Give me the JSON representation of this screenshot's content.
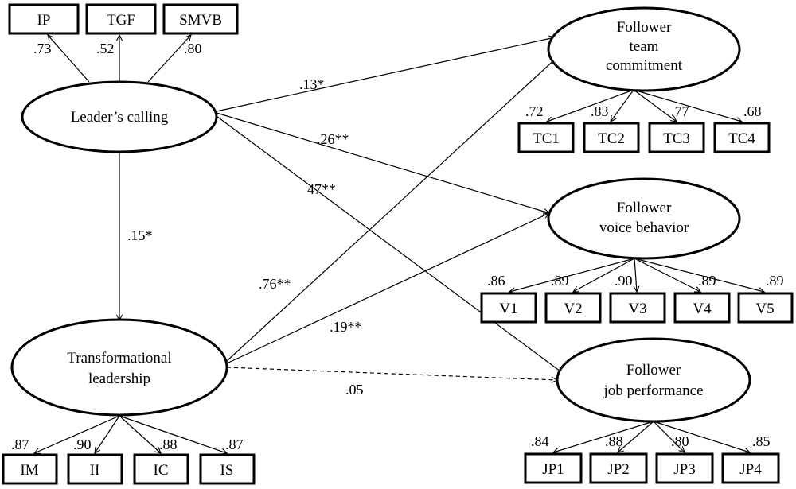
{
  "constructs": {
    "leaders_calling": "Leader’s calling",
    "transformational": [
      "Transformational",
      "leadership"
    ],
    "team_commitment": [
      "Follower",
      "team",
      "commitment"
    ],
    "voice_behavior": [
      "Follower",
      "voice behavior"
    ],
    "job_performance": [
      "Follower",
      "job performance"
    ]
  },
  "indicators": {
    "calling": [
      {
        "label": "IP",
        "loading": ".73"
      },
      {
        "label": "TGF",
        "loading": ".52"
      },
      {
        "label": "SMVB",
        "loading": ".80"
      }
    ],
    "transformational": [
      {
        "label": "IM",
        "loading": ".87"
      },
      {
        "label": "II",
        "loading": ".90"
      },
      {
        "label": "IC",
        "loading": ".88"
      },
      {
        "label": "IS",
        "loading": ".87"
      }
    ],
    "team_commitment": [
      {
        "label": "TC1",
        "loading": ".72"
      },
      {
        "label": "TC2",
        "loading": ".83"
      },
      {
        "label": "TC3",
        "loading": ".77"
      },
      {
        "label": "TC4",
        "loading": ".68"
      }
    ],
    "voice_behavior": [
      {
        "label": "V1",
        "loading": ".86"
      },
      {
        "label": "V2",
        "loading": ".89"
      },
      {
        "label": "V3",
        "loading": ".90"
      },
      {
        "label": "V4",
        "loading": ".89"
      },
      {
        "label": "V5",
        "loading": ".89"
      }
    ],
    "job_performance": [
      {
        "label": "JP1",
        "loading": ".84"
      },
      {
        "label": "JP2",
        "loading": ".88"
      },
      {
        "label": "JP3",
        "loading": ".80"
      },
      {
        "label": "JP4",
        "loading": ".85"
      }
    ]
  },
  "paths": {
    "calling_to_team_commitment": ".13*",
    "calling_to_voice": ".26**",
    "calling_to_job_performance": "47**",
    "calling_to_transformational": ".15*",
    "transformational_to_team_commitment": ".76**",
    "transformational_to_voice": ".19**",
    "transformational_to_job_performance": ".05"
  }
}
